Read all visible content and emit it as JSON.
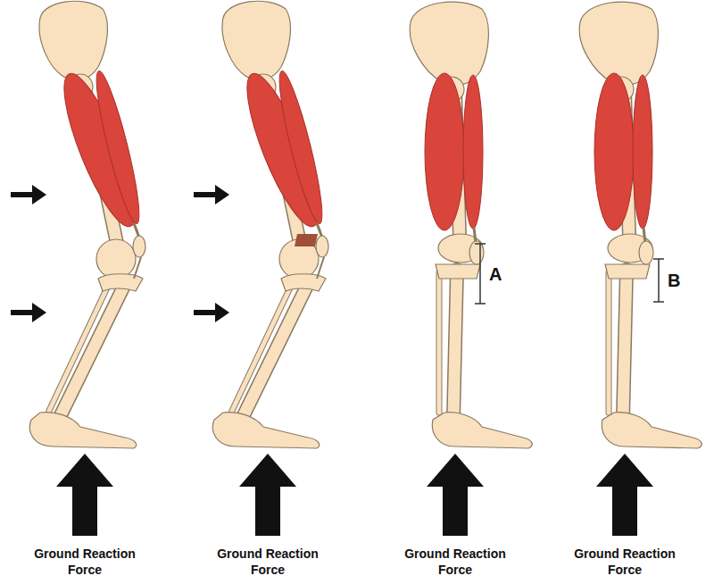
{
  "diagram": {
    "labels": [
      "Ground Reaction Force",
      "Ground Reaction Force",
      "Ground Reaction Force",
      "Ground Reaction Force",
      "A",
      "B"
    ]
  }
}
